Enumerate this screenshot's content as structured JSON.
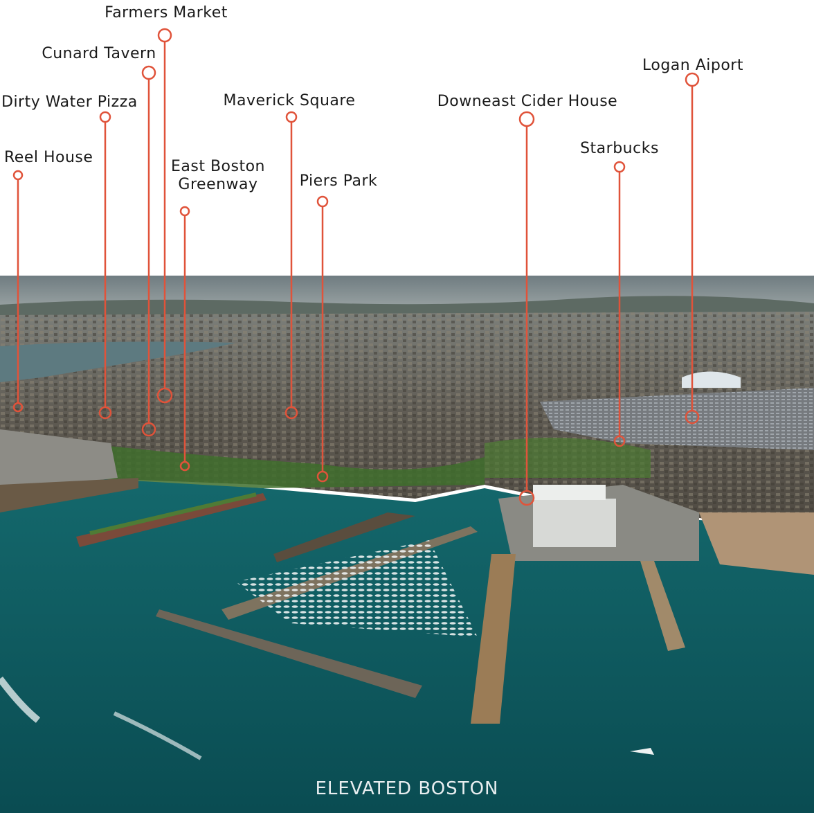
{
  "brand": "ELEVATED BOSTON",
  "colors": {
    "pin": "#e0533a",
    "label_text": "#1a1a1a",
    "water": "#0e5b60",
    "sky": "#7d8a8f",
    "city": "#5c5a54",
    "greenery": "#3f6e2d",
    "pier": "#a5835b"
  },
  "landmarks": [
    {
      "id": "reel-house",
      "name": "Reel House"
    },
    {
      "id": "dirty-water-pizza",
      "name": "Dirty Water Pizza"
    },
    {
      "id": "cunard-tavern",
      "name": "Cunard Tavern"
    },
    {
      "id": "farmers-market",
      "name": "Farmers Market"
    },
    {
      "id": "east-boston-greenway",
      "name": "East Boston Greenway",
      "lines": [
        "East Boston",
        "Greenway"
      ]
    },
    {
      "id": "maverick-square",
      "name": "Maverick Square"
    },
    {
      "id": "piers-park",
      "name": "Piers Park"
    },
    {
      "id": "downeast-cider-house",
      "name": "Downeast Cider House"
    },
    {
      "id": "starbucks",
      "name": "Starbucks"
    },
    {
      "id": "logan-airport",
      "name": "Logan Aiport"
    }
  ]
}
